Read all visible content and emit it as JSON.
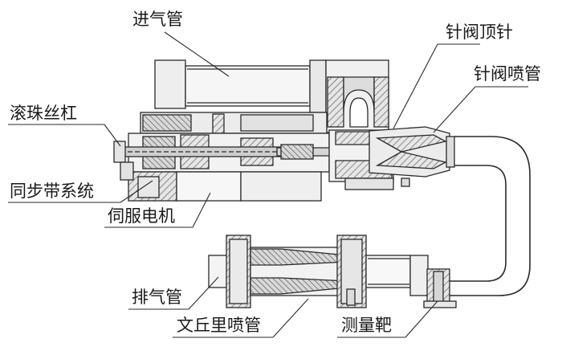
{
  "labels": {
    "intake_pipe": "进气管",
    "needle_valve_pin": "针阀顶针",
    "needle_valve_nozzle": "针阀喷管",
    "ball_screw": "滚珠丝杠",
    "sync_belt_system": "同步带系统",
    "servo_motor": "伺服电机",
    "exhaust_pipe": "排气管",
    "venturi_nozzle": "文丘里喷管",
    "measuring_target": "测量靶"
  },
  "colors": {
    "stroke": "#2a2a2a",
    "fill_light": "#f4f4f4",
    "fill_mid": "#dcdcdc",
    "fill_dark": "#bdbdbd",
    "hatch": "#555555"
  }
}
